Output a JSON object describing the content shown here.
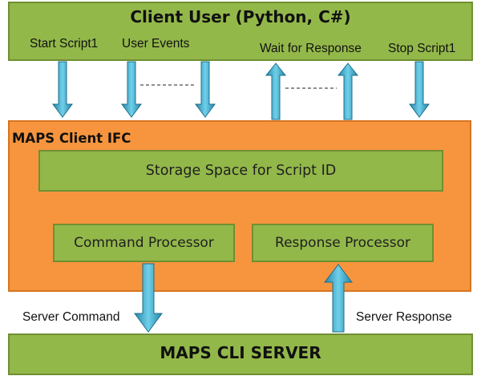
{
  "client_user": {
    "title": "Client User (Python, C#)",
    "labels": {
      "start_script": "Start Script1",
      "user_events": "User Events",
      "wait_response": "Wait for Response",
      "stop_script": "Stop Script1"
    }
  },
  "maps_client": {
    "title": "MAPS Client IFC",
    "storage": "Storage Space for Script ID",
    "command_processor": "Command Processor",
    "response_processor": "Response Processor"
  },
  "links": {
    "server_command": "Server Command",
    "server_response": "Server Response"
  },
  "server": {
    "title": "MAPS CLI SERVER"
  },
  "colors": {
    "green_fill": "#93b84a",
    "green_border": "#6f8f32",
    "orange_fill": "#f7953e",
    "arrow_fill": "#3aa7c8",
    "arrow_stroke": "#1f6f8b"
  }
}
